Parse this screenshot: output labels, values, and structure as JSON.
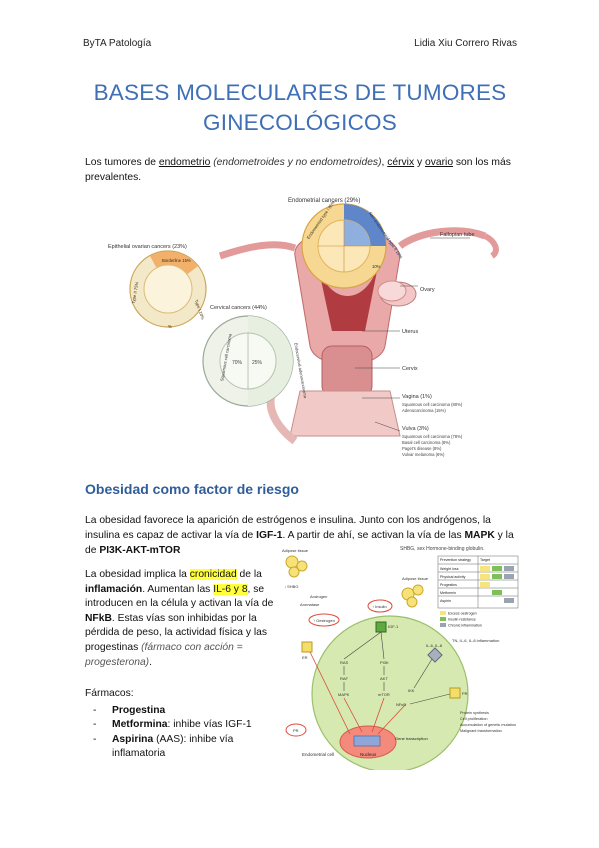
{
  "header": {
    "left": "ByTA Patología",
    "right": "Lidia Xiu Correro Rivas"
  },
  "title": {
    "line1": "BASES MOLECULARES DE TUMORES",
    "line2": "GINECOLÓGICOS"
  },
  "intro": {
    "t1": "Los tumores de ",
    "endometrio": "endometrio",
    "sub": " (endometroides y no endometroides)",
    "comma": ", ",
    "cervix": "cérvix",
    "y": " y ",
    "ovario": "ovario",
    "t2": " son los más prevalentes."
  },
  "figure1": {
    "endometrial_title": "Endometrial cancers (29%)",
    "ovarian_title": "Epithelial ovarian cancers (23%)",
    "cervical_title": "Cervical cancers (44%)",
    "labels": {
      "fallopian": "Fallopian tube",
      "ovary": "Ovary",
      "uterus": "Uterus",
      "cervix": "Cervix"
    },
    "vagina": {
      "title": "Vagina (1%)",
      "items": [
        "Squamous cell carcinoma (80%)",
        "Adenocarcinoma (15%)"
      ]
    },
    "vulva": {
      "title": "Vulva (3%)",
      "items": [
        "Squamous cell carcinoma (78%)",
        "Basal cell carcinoma (8%)",
        "Paget's disease (8%)",
        "Vulvar melanoma (6%)"
      ]
    },
    "wheels": {
      "endometrial": [
        "Endometrioid type I 85%",
        "Non-endometrioid type II 15%",
        "10%"
      ],
      "ovarian": [
        "Borderline 15%",
        "Type II 75%",
        "Type I 10%",
        "%"
      ],
      "cervical": [
        "Squamous cell carcinoma",
        "Endocervical adenocarcinoma",
        "70%",
        "25%"
      ]
    }
  },
  "section": {
    "heading": "Obesidad como factor de riesgo"
  },
  "p2": {
    "t1": "La obesidad favorece la aparición de estrógenos e insulina. Junto con los andrógenos, la insulina es capaz de activar la vía de ",
    "igf": "IGF-1",
    "t2": ". A partir de ahí, se activan la vía de las ",
    "mapk": "MAPK",
    "t3": " y la de ",
    "pi3k": "PI3K-AKT-mTOR"
  },
  "p3": {
    "t1": "La obesidad implica la ",
    "cron": "cronicidad",
    "t2": " de la ",
    "infl": "inflamación",
    "t3": ". Aumentan las ",
    "il": "IL-6 y 8",
    "t4": ", se introducen en la célula y activan la vía de ",
    "nfkb": "NFkB",
    "t5": ". Estas vías son inhibidas por la pérdida de peso, la actividad física y las progestinas ",
    "paren": "(fármaco con acción = progesterona)",
    "t6": "."
  },
  "drugs": {
    "heading": "Fármacos:",
    "items": [
      {
        "name": "Progestina",
        "desc": ""
      },
      {
        "name": "Metformina",
        "desc": ": inhibe vías IGF-1"
      },
      {
        "name": "Aspirina",
        "desc": " (AAS): inhibe vía inflamatoria"
      }
    ]
  },
  "figure2": {
    "title": "SHBG, sex Hormone-binding globulin.",
    "adipose1": "Adipose tissue",
    "adipose2": "Adipose tissue",
    "shbg": "↓ SHBG",
    "androgen": "Androgen",
    "aromatase": "Aromatase",
    "estrogen": "↑ Oestrogen",
    "insulin": "↑ Insulin",
    "er": "ER",
    "igf1": "IGF-1",
    "pr": "PR",
    "nucleus": "Nucleus",
    "gene": "Gene transcription",
    "endo": "Endometrial cell",
    "nfkb": "NFκB",
    "ikk": "IKK",
    "il": "IL-6, IL-8",
    "il2": "TN, IL-6, IL-8 inflammation",
    "nodes": [
      "RAS",
      "RAF",
      "MAPK",
      "PI3K",
      "AKT",
      "mTOR"
    ],
    "outcomes": [
      "Protein synthesis",
      "Cell proliferation",
      "Accumulation of genetic mutation",
      "Malignant transformation"
    ],
    "table": {
      "head": [
        "Prevention strategy",
        "Target"
      ],
      "rows": [
        "Weight loss",
        "Physical activity",
        "Progestins",
        "Metformin",
        "Aspirin"
      ]
    },
    "legend": [
      "Excess oestrogen",
      "Insulin resistance",
      "Chronic inflammation"
    ]
  }
}
